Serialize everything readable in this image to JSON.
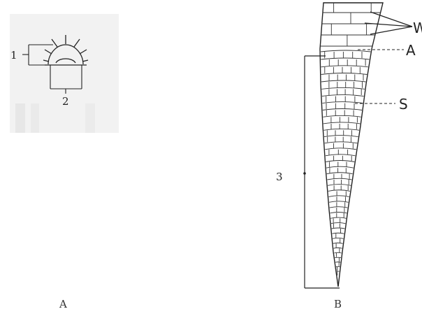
{
  "panel_a": {
    "panel_label": "A",
    "callout_height": "1",
    "callout_width": "2"
  },
  "panel_b": {
    "panel_label": "B",
    "callout_length": "3",
    "callout_w": "W",
    "callout_a": "A",
    "callout_s": "S"
  }
}
